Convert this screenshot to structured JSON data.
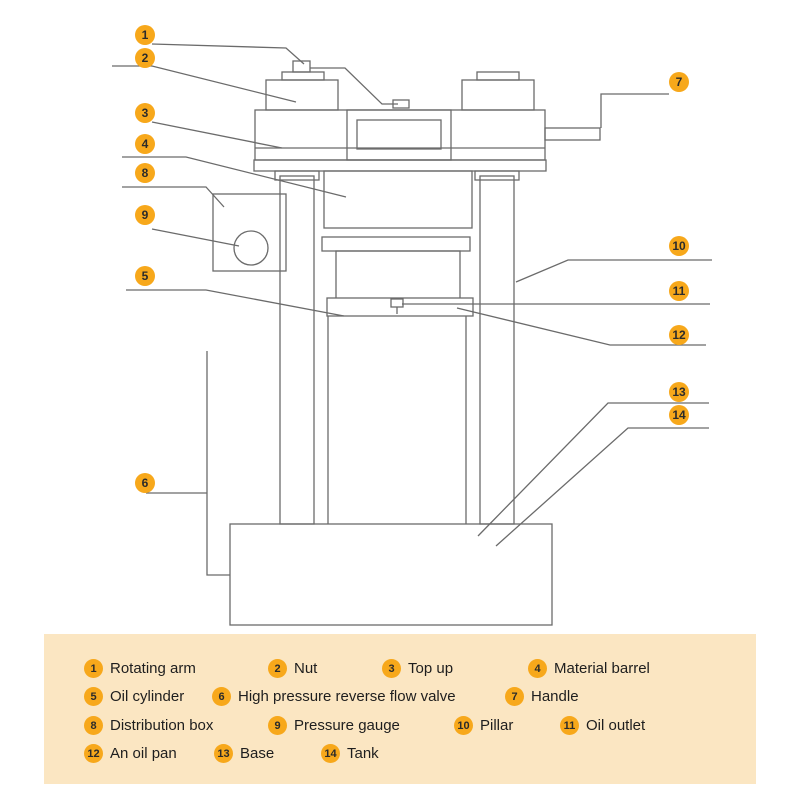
{
  "callouts": [
    "1",
    "2",
    "3",
    "4",
    "5",
    "6",
    "7",
    "8",
    "9",
    "10",
    "11",
    "12",
    "13",
    "14"
  ],
  "legend": [
    {
      "num": "1",
      "label": "Rotating arm"
    },
    {
      "num": "2",
      "label": "Nut"
    },
    {
      "num": "3",
      "label": "Top up"
    },
    {
      "num": "4",
      "label": "Material barrel"
    },
    {
      "num": "5",
      "label": "Oil cylinder"
    },
    {
      "num": "6",
      "label": "High pressure reverse flow valve"
    },
    {
      "num": "7",
      "label": "Handle"
    },
    {
      "num": "8",
      "label": "Distribution box"
    },
    {
      "num": "9",
      "label": "Pressure gauge"
    },
    {
      "num": "10",
      "label": "Pillar"
    },
    {
      "num": "11",
      "label": "Oil outlet"
    },
    {
      "num": "12",
      "label": "An oil pan"
    },
    {
      "num": "13",
      "label": "Base"
    },
    {
      "num": "14",
      "label": "Tank"
    }
  ],
  "colors": {
    "badge": "#f7a81b",
    "legend_bg": "#fbe6c2",
    "line": "#6b6b6b"
  }
}
